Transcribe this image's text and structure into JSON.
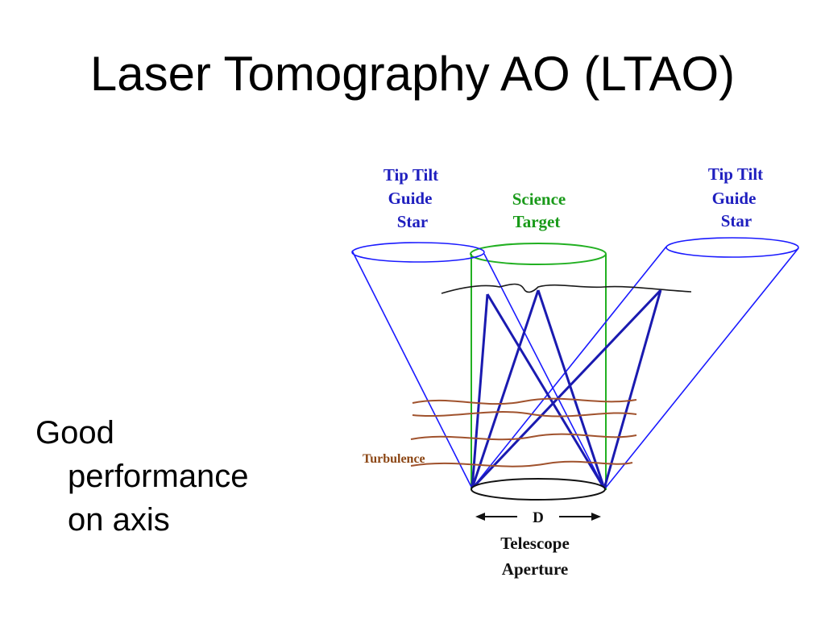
{
  "slide": {
    "title": "Laser Tomography AO (LTAO)",
    "bullet": {
      "line1": "Good",
      "line2": "performance",
      "line3": "on axis"
    }
  },
  "diagram": {
    "left_star_label": [
      "Tip Tilt",
      "Guide",
      "Star"
    ],
    "right_star_label": [
      "Tip Tilt",
      "Guide",
      "Star"
    ],
    "science_label": [
      "Science",
      "Target"
    ],
    "turbulence_label": "Turbulence",
    "aperture_symbol": "D",
    "aperture_label": [
      "Telescope",
      "Aperture"
    ],
    "colors": {
      "guide_star": "#1a1aff",
      "beam": "#1a1ab0",
      "science": "#22b022",
      "turbulence": "#a0522d",
      "label_blue": "#1f1fbf",
      "label_green": "#1a9a1a",
      "label_brown": "#8b4513"
    }
  }
}
